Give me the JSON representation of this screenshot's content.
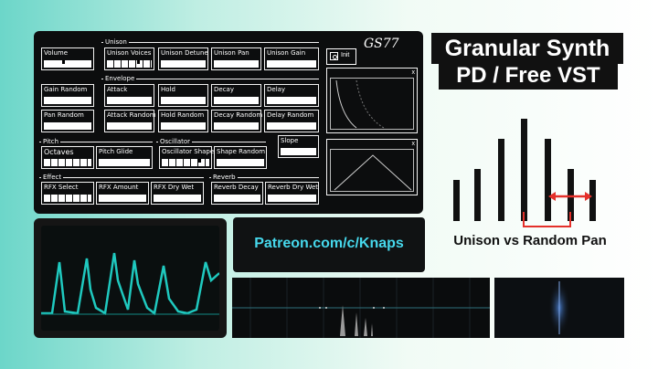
{
  "logo": "GS77",
  "init_label": "Init",
  "groups": {
    "unison": "Unison",
    "envelope": "Envelope",
    "pitch": "Pitch",
    "oscillator": "Oscillator",
    "effect": "Effect",
    "reverb": "Reverb"
  },
  "controls": {
    "volume": "Volume",
    "unison_voices": "Unison Voices",
    "unison_detune": "Unison Detune",
    "unison_pan": "Unison Pan",
    "unison_gain": "Unison Gain",
    "gain_random": "Gain Random",
    "attack": "Attack",
    "hold": "Hold",
    "decay": "Decay",
    "delay": "Delay",
    "pan_random": "Pan Random",
    "attack_random": "Attack Random",
    "hold_random": "Hold Random",
    "decay_random": "Decay Random",
    "delay_random": "Delay Random",
    "slope": "Slope",
    "octaves": "Octaves",
    "pitch_glide": "Pitch Glide",
    "oscillator_shape": "Oscillator Shape",
    "shape_random": "Shape Random",
    "rfx_select": "RFX Select",
    "rfx_amount": "RFX Amount",
    "rfx_dry_wet": "RFX Dry Wet",
    "reverb_decay": "Reverb Decay",
    "reverb_dry_wet": "Reverb Dry Wet"
  },
  "scope_close": "x",
  "title_line1": "Granular Synth",
  "title_line2": "PD / Free VST",
  "pan_caption": "Unison vs Random Pan",
  "patreon": "Patreon.com/c/Knaps",
  "colors": {
    "accent_cyan": "#46d8ec",
    "arrow_red": "#e4302a",
    "panel_bg": "#0c0d0e"
  }
}
